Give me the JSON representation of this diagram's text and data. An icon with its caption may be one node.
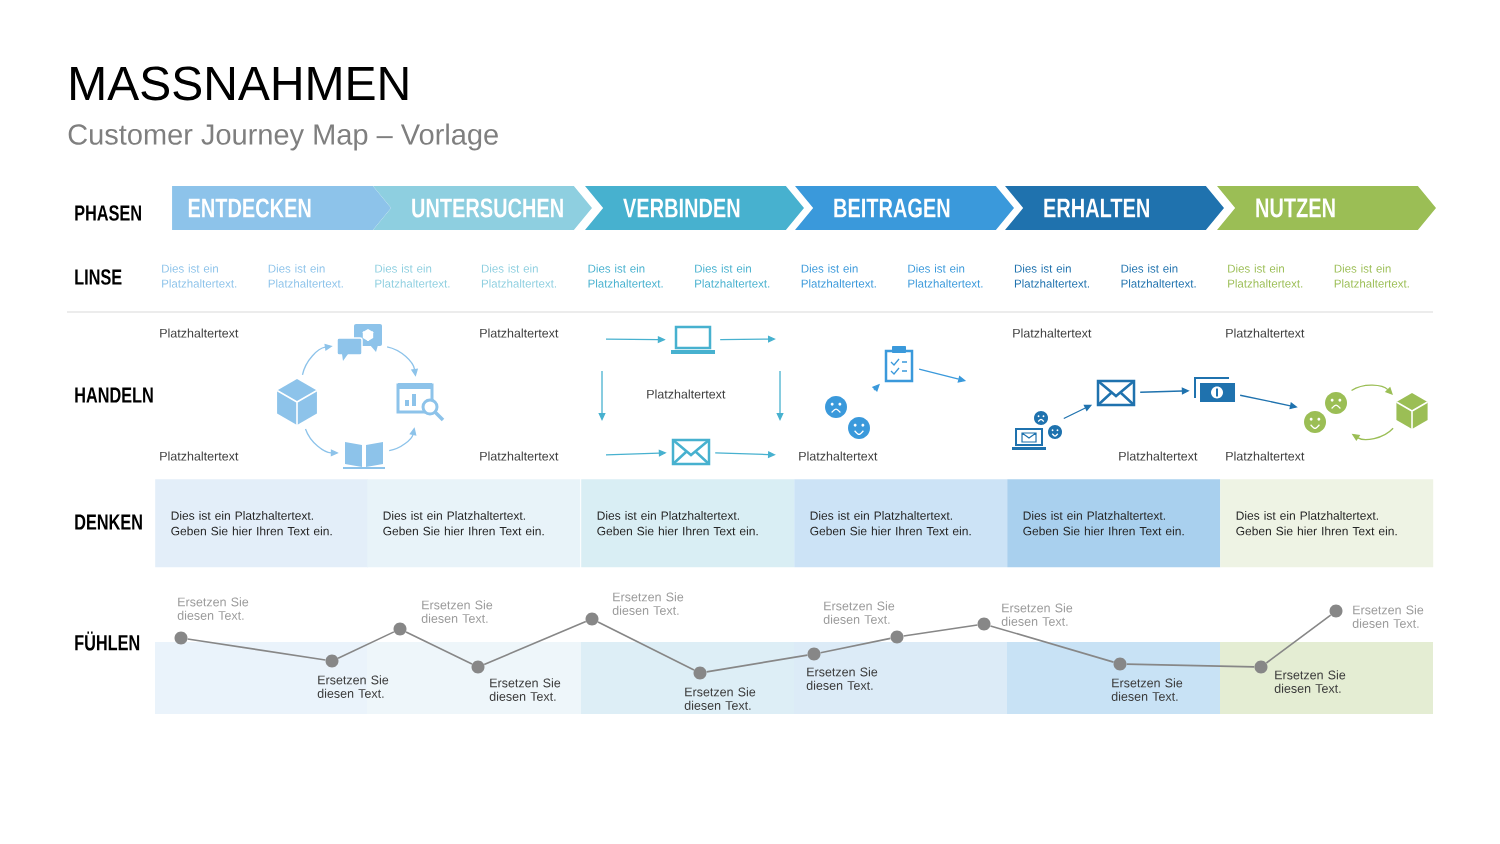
{
  "diagram": {
    "title": "MASSNAHMEN",
    "nodes": [
      {
        "text": [
          "ENTDECKEN"
        ]
      },
      {
        "text": [
          "UNTERSUCHEN"
        ]
      },
      {
        "text": [
          "VERBINDEN"
        ]
      },
      {
        "text": [
          "BEITRAGEN"
        ]
      },
      {
        "text": [
          "ERHALTEN"
        ]
      },
      {
        "text": [
          "NUTZEN"
        ]
      },
      {
        "text": [],
        "shape": "cube"
      },
      {
        "text": [],
        "shape": "bubbles"
      },
      {
        "text": [],
        "shape": "chart"
      },
      {
        "text": [],
        "shape": "book"
      },
      {
        "text": [],
        "shape": "laptop"
      },
      {
        "text": [],
        "shape": "envelope"
      },
      {
        "text": [],
        "shape": "faces"
      },
      {
        "text": [],
        "shape": "clipboard"
      },
      {
        "text": [],
        "shape": "laptop"
      },
      {
        "text": [],
        "shape": "envelope"
      },
      {
        "text": [],
        "shape": "banknote"
      },
      {
        "text": [],
        "shape": "faces"
      },
      {
        "text": [],
        "shape": "cube"
      },
      {
        "text": [
          "Dies ist ein Platzhaltertext. Geben Sie hier Ihren Text ein."
        ]
      },
      {
        "text": [
          "Dies ist ein Platzhaltertext. Geben Sie hier Ihren Text ein."
        ]
      },
      {
        "text": [
          "Dies ist ein Platzhaltertext. Geben Sie hier Ihren Text ein."
        ]
      },
      {
        "text": [
          "Dies ist ein Platzhaltertext. Geben Sie hier Ihren Text ein."
        ]
      },
      {
        "text": [
          "Dies ist ein Platzhaltertext. Geben Sie hier Ihren Text ein."
        ]
      },
      {
        "text": [
          "Dies ist ein Platzhaltertext. Geben Sie hier Ihren Text ein."
        ]
      },
      {
        "text": [],
        "shape": "circle",
        "beside": [
          "Ersetzen Sie diesen Text."
        ]
      },
      {
        "text": [],
        "shape": "circle",
        "beside": [
          "Ersetzen Sie diesen Text."
        ]
      },
      {
        "text": [],
        "shape": "circle",
        "beside": [
          "Ersetzen Sie diesen Text."
        ]
      },
      {
        "text": [],
        "shape": "circle",
        "beside": [
          "Ersetzen Sie diesen Text."
        ]
      },
      {
        "text": [],
        "shape": "circle",
        "beside": [
          "Ersetzen Sie diesen Text."
        ]
      },
      {
        "text": [],
        "shape": "circle",
        "beside": [
          "Ersetzen Sie diesen Text."
        ]
      },
      {
        "text": [],
        "shape": "circle",
        "beside": [
          "Ersetzen Sie diesen Text."
        ]
      },
      {
        "text": [],
        "shape": "circle",
        "beside": [
          "Ersetzen Sie diesen Text."
        ]
      },
      {
        "text": [],
        "shape": "circle",
        "beside": [
          "Ersetzen Sie diesen Text."
        ]
      },
      {
        "text": [],
        "shape": "circle",
        "beside": [
          "Ersetzen Sie diesen Text."
        ]
      },
      {
        "text": [],
        "shape": "circle",
        "beside": [
          "Ersetzen Sie diesen Text."
        ]
      },
      {
        "text": [],
        "shape": "circle",
        "beside": [
          "Ersetzen Sie diesen Text."
        ]
      }
    ],
    "edges": [
      {
        "from": 6,
        "to": 7,
        "arrow": "to",
        "color": "#8dc3ea"
      },
      {
        "from": 7,
        "to": 8,
        "arrow": "to",
        "color": "#8dc3ea"
      },
      {
        "from": 6,
        "to": 9,
        "arrow": "to",
        "color": "#8dc3ea"
      },
      {
        "from": 9,
        "to": 8,
        "arrow": "to",
        "color": "#8dc3ea"
      },
      {
        "from": null,
        "to": 10,
        "arrow": "to",
        "color": "#47b1cf"
      },
      {
        "from": 10,
        "to": null,
        "arrow": "to",
        "color": "#47b1cf"
      },
      {
        "from": null,
        "to": 11,
        "arrow": "to",
        "color": "#47b1cf"
      },
      {
        "from": 11,
        "to": null,
        "arrow": "to",
        "color": "#47b1cf"
      },
      {
        "from": 12,
        "to": 13,
        "arrow": "to",
        "color": "#3a99db"
      },
      {
        "from": 13,
        "to": null,
        "arrow": "to",
        "color": "#3a99db"
      },
      {
        "from": 14,
        "to": 15,
        "arrow": "to",
        "color": "#1f72ae"
      },
      {
        "from": 15,
        "to": 16,
        "arrow": "to",
        "color": "#1f72ae"
      },
      {
        "from": 16,
        "to": 17,
        "arrow": "to",
        "color": "#1f72ae"
      },
      {
        "from": 17,
        "to": 18,
        "arrow": "to",
        "color": "#9bbe55"
      },
      {
        "from": 18,
        "to": 17,
        "arrow": "to",
        "color": "#9bbe55"
      },
      {
        "from": 25,
        "to": 26,
        "arrow": "none"
      },
      {
        "from": 26,
        "to": 27,
        "arrow": "none"
      },
      {
        "from": 27,
        "to": 28,
        "arrow": "none"
      },
      {
        "from": 28,
        "to": 29,
        "arrow": "none"
      },
      {
        "from": 29,
        "to": 30,
        "arrow": "none"
      },
      {
        "from": 30,
        "to": 31,
        "arrow": "none"
      },
      {
        "from": 31,
        "to": 32,
        "arrow": "none"
      },
      {
        "from": 32,
        "to": 33,
        "arrow": "none"
      },
      {
        "from": 33,
        "to": 34,
        "arrow": "none"
      },
      {
        "from": 34,
        "to": 35,
        "arrow": "none"
      },
      {
        "from": 35,
        "to": 36,
        "arrow": "none"
      }
    ],
    "labels": [
      "Customer Journey Map – Vorlage",
      "PHASEN",
      "LINSE",
      "Dies ist ein Platzhaltertext.",
      "Dies ist ein Platzhaltertext.",
      "Dies ist ein Platzhaltertext.",
      "Dies ist ein Platzhaltertext.",
      "Dies ist ein Platzhaltertext.",
      "Dies ist ein Platzhaltertext.",
      "Dies ist ein Platzhaltertext.",
      "Dies ist ein Platzhaltertext.",
      "Dies ist ein Platzhaltertext.",
      "Dies ist ein Platzhaltertext.",
      "Dies ist ein Platzhaltertext.",
      "Dies ist ein Platzhaltertext.",
      "HANDELN",
      "Platzhaltertext",
      "Platzhaltertext",
      "Platzhaltertext",
      "Platzhaltertext",
      "Platzhaltertext",
      "Platzhaltertext",
      "Platzhaltertext",
      "Platzhaltertext",
      "Platzhaltertext",
      "Platzhaltertext",
      "DENKEN",
      "FÜHLEN"
    ]
  }
}
